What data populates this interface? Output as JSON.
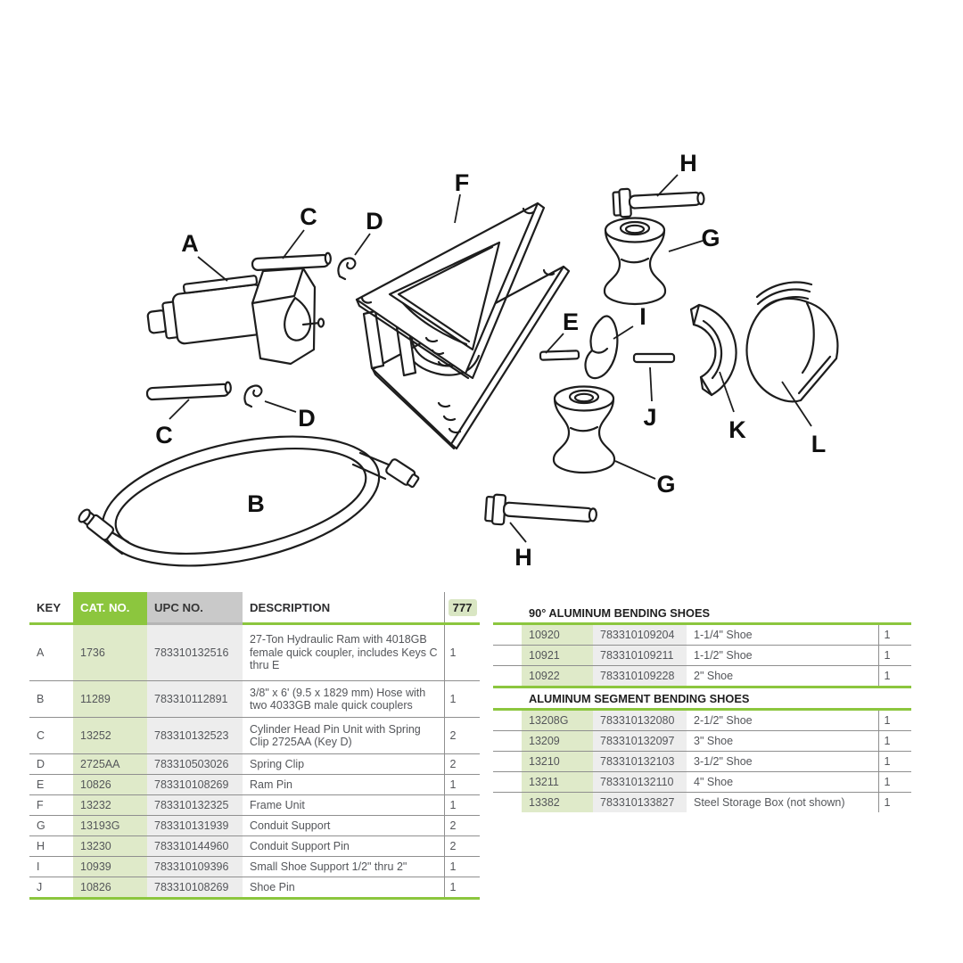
{
  "colors": {
    "accent_green": "#8cc63e",
    "light_green_cell": "#dfeac9",
    "header_gray": "#c9c9c9",
    "light_gray_cell": "#ededed",
    "line_gray": "#8f8f8f",
    "text_gray": "#54565a"
  },
  "diagram": {
    "labels": [
      "A",
      "C",
      "D",
      "F",
      "H",
      "G",
      "E",
      "I",
      "J",
      "K",
      "L",
      "C",
      "D",
      "B",
      "G",
      "H"
    ]
  },
  "parts_table": {
    "headers": {
      "key": "KEY",
      "cat": "CAT. NO.",
      "upc": "UPC NO.",
      "desc": "DESCRIPTION",
      "qty": "777"
    },
    "rows": [
      {
        "key": "A",
        "cat": "1736",
        "upc": "783310132516",
        "desc": "27-Ton Hydraulic Ram with 4018GB female quick coupler, includes Keys C thru E",
        "qty": "1"
      },
      {
        "key": "B",
        "cat": "11289",
        "upc": "783310112891",
        "desc": "3/8\" x 6' (9.5 x 1829 mm) Hose with two 4033GB male quick couplers",
        "qty": "1"
      },
      {
        "key": "C",
        "cat": "13252",
        "upc": "783310132523",
        "desc": "Cylinder Head Pin Unit with Spring Clip 2725AA (Key D)",
        "qty": "2"
      },
      {
        "key": "D",
        "cat": "2725AA",
        "upc": "783310503026",
        "desc": "Spring Clip",
        "qty": "2"
      },
      {
        "key": "E",
        "cat": "10826",
        "upc": "783310108269",
        "desc": "Ram Pin",
        "qty": "1"
      },
      {
        "key": "F",
        "cat": "13232",
        "upc": "783310132325",
        "desc": "Frame Unit",
        "qty": "1"
      },
      {
        "key": "G",
        "cat": "13193G",
        "upc": "783310131939",
        "desc": "Conduit Support",
        "qty": "2"
      },
      {
        "key": "H",
        "cat": "13230",
        "upc": "783310144960",
        "desc": "Conduit Support Pin",
        "qty": "2"
      },
      {
        "key": "I",
        "cat": "10939",
        "upc": "783310109396",
        "desc": "Small Shoe Support 1/2\" thru 2\"",
        "qty": "1"
      },
      {
        "key": "J",
        "cat": "10826",
        "upc": "783310108269",
        "desc": "Shoe Pin",
        "qty": "1"
      }
    ]
  },
  "shoe_tables": {
    "sections": [
      {
        "title": "90° ALUMINUM BENDING SHOES",
        "rows": [
          {
            "cat": "10920",
            "upc": "783310109204",
            "desc": "1-1/4\" Shoe",
            "qty": "1"
          },
          {
            "cat": "10921",
            "upc": "783310109211",
            "desc": "1-1/2\" Shoe",
            "qty": "1"
          },
          {
            "cat": "10922",
            "upc": "783310109228",
            "desc": "2\" Shoe",
            "qty": "1"
          }
        ]
      },
      {
        "title": "ALUMINUM SEGMENT BENDING SHOES",
        "rows": [
          {
            "cat": "13208G",
            "upc": "783310132080",
            "desc": "2-1/2\" Shoe",
            "qty": "1"
          },
          {
            "cat": "13209",
            "upc": "783310132097",
            "desc": "3\" Shoe",
            "qty": "1"
          },
          {
            "cat": "13210",
            "upc": "783310132103",
            "desc": "3-1/2\" Shoe",
            "qty": "1"
          },
          {
            "cat": "13211",
            "upc": "783310132110",
            "desc": "4\" Shoe",
            "qty": "1"
          },
          {
            "cat": "13382",
            "upc": "783310133827",
            "desc": "Steel Storage Box (not shown)",
            "qty": "1"
          }
        ]
      }
    ]
  }
}
